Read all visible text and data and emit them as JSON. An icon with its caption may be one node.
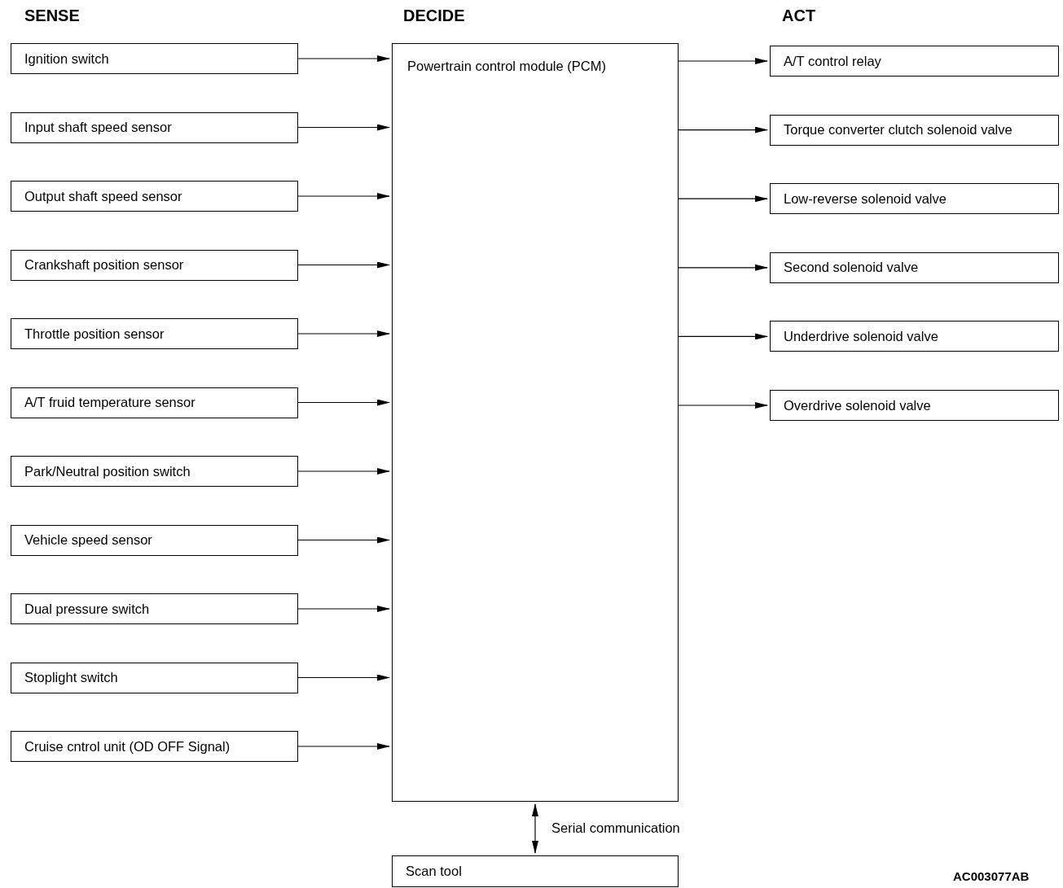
{
  "diagram": {
    "nodes": [
      {
        "text": [
          "Ignition switch"
        ]
      },
      {
        "text": [
          "Input shaft speed sensor"
        ]
      },
      {
        "text": [
          "Output shaft speed sensor"
        ]
      },
      {
        "text": [
          "Crankshaft position sensor"
        ]
      },
      {
        "text": [
          "Throttle position sensor"
        ]
      },
      {
        "text": [
          "A/T fruid temperature sensor"
        ]
      },
      {
        "text": [
          "Park/Neutral position switch"
        ]
      },
      {
        "text": [
          "Vehicle speed sensor"
        ]
      },
      {
        "text": [
          "Dual pressure switch"
        ]
      },
      {
        "text": [
          "Stoplight switch"
        ]
      },
      {
        "text": [
          "Cruise cntrol unit (OD OFF Signal)"
        ]
      },
      {
        "text": [
          "Powertrain control module (PCM)"
        ]
      },
      {
        "text": [
          "A/T control relay"
        ]
      },
      {
        "text": [
          "Torque converter clutch solenoid valve"
        ]
      },
      {
        "text": [
          "Low-reverse solenoid valve"
        ]
      },
      {
        "text": [
          "Second solenoid valve"
        ]
      },
      {
        "text": [
          "Underdrive solenoid valve"
        ]
      },
      {
        "text": [
          "Overdrive solenoid valve"
        ]
      },
      {
        "text": [
          "Scan tool"
        ]
      }
    ],
    "edges": [
      {
        "from": 0,
        "to": 11,
        "arrow": "to"
      },
      {
        "from": 1,
        "to": 11,
        "arrow": "to"
      },
      {
        "from": 2,
        "to": 11,
        "arrow": "to"
      },
      {
        "from": 3,
        "to": 11,
        "arrow": "to"
      },
      {
        "from": 4,
        "to": 11,
        "arrow": "to"
      },
      {
        "from": 5,
        "to": 11,
        "arrow": "to"
      },
      {
        "from": 6,
        "to": 11,
        "arrow": "to"
      },
      {
        "from": 7,
        "to": 11,
        "arrow": "to"
      },
      {
        "from": 8,
        "to": 11,
        "arrow": "to"
      },
      {
        "from": 9,
        "to": 11,
        "arrow": "to"
      },
      {
        "from": 10,
        "to": 11,
        "arrow": "to"
      },
      {
        "from": 11,
        "to": 12,
        "arrow": "to"
      },
      {
        "from": 11,
        "to": 13,
        "arrow": "to"
      },
      {
        "from": 11,
        "to": 14,
        "arrow": "to"
      },
      {
        "from": 11,
        "to": 15,
        "arrow": "to"
      },
      {
        "from": 11,
        "to": 16,
        "arrow": "to"
      },
      {
        "from": 11,
        "to": 17,
        "arrow": "to"
      },
      {
        "from": 11,
        "to": 18,
        "arrow": "both",
        "label": "Serial communication"
      }
    ],
    "labels": [
      "SENSE",
      "DECIDE",
      "ACT",
      "AC003077AB"
    ]
  }
}
